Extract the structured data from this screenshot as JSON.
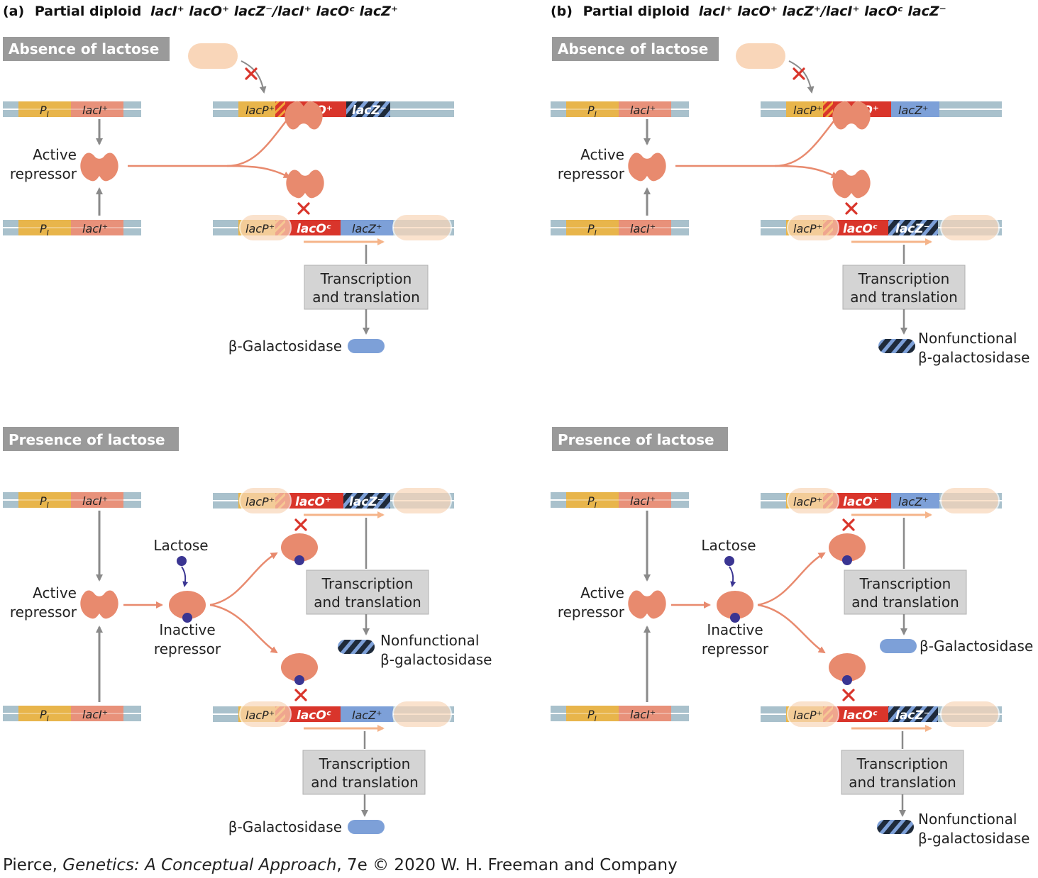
{
  "panels": {
    "a": {
      "label": "(a)",
      "title_prefix": "Partial diploid",
      "genotype": "lacI⁺ lacO⁺ lacZ⁻/lacI⁺ lacOᶜ lacZ⁺"
    },
    "b": {
      "label": "(b)",
      "title_prefix": "Partial diploid",
      "genotype": "lacI⁺ lacO⁺ lacZ⁺/lacI⁺ lacOᶜ lacZ⁻"
    }
  },
  "sections": {
    "absence": "Absence of lactose",
    "presence": "Presence of lactose"
  },
  "genes": {
    "promoter_I": "P",
    "promoter_I_sub": "I",
    "lacI_plus": "lacI⁺",
    "lacP_plus": "lacP⁺",
    "lacO_plus": "lacO⁺",
    "lacO_c": "lacOᶜ",
    "lacZ_plus": "lacZ⁺",
    "lacZ_minus": "lacZ⁻"
  },
  "labels": {
    "active_repressor_1": "Active",
    "active_repressor_2": "repressor",
    "inactive_repressor_1": "Inactive",
    "inactive_repressor_2": "repressor",
    "lactose": "Lactose",
    "transcription_1": "Transcription",
    "transcription_2": "and translation",
    "beta_gal_functional": "β-Galactosidase",
    "nonfunctional_1": "Nonfunctional",
    "nonfunctional_2": "β-galactosidase"
  },
  "credit": {
    "author": "Pierce, ",
    "book": "Genetics: A Conceptual Approach",
    "rest": ", 7e © 2020 W. H. Freeman and Company"
  },
  "colors": {
    "dna": "#a9c1cc",
    "promoter": "#e8b54b",
    "lacI": "#e8917a",
    "operator": "#d9352b",
    "lacZ_plus": "#7da0d8",
    "repressor": "#e88a6e",
    "polymerase": "#f9d6b9",
    "arrow_gray": "#8a8a8a",
    "arrow_salmon": "#e88a6e",
    "lactose": "#3a3592",
    "header_box": "#9a9a9a",
    "tt_box": "#d4d4d4",
    "x_mark": "#d9352b"
  }
}
